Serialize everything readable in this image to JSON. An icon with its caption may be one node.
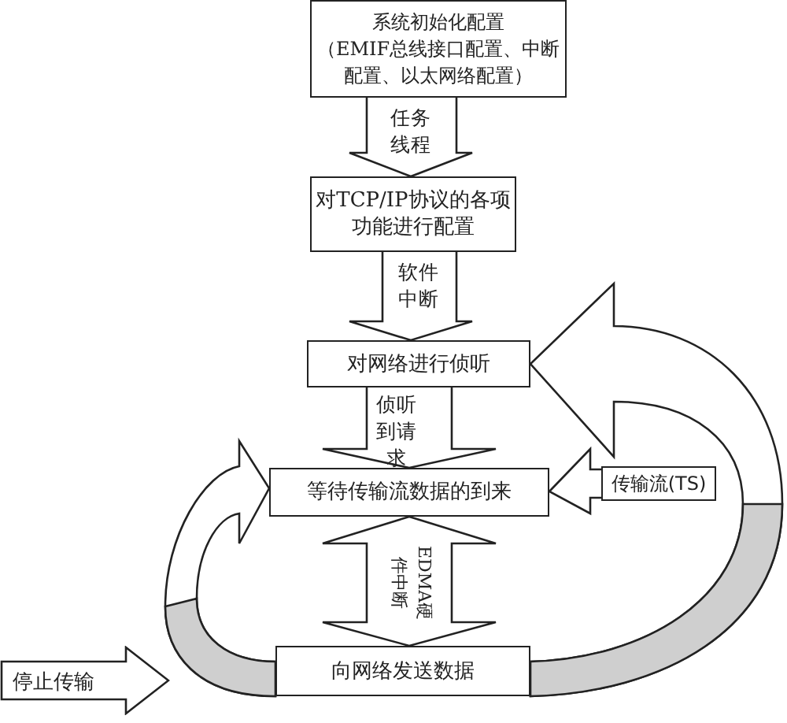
{
  "diagram": {
    "nodes": [
      {
        "text": [
          "系统初始化配置",
          "（EMIF总线接口配置、中断配置、以太网络配置）"
        ]
      },
      {
        "text": [
          "对TCP/IP协议的各项功能进行配置"
        ]
      },
      {
        "text": [
          "对网络进行侦听"
        ]
      },
      {
        "text": [
          "等待传输流数据的到来"
        ]
      },
      {
        "text": [
          "向网络发送数据"
        ]
      },
      {
        "text": [
          "停止传输"
        ]
      },
      {
        "text": [
          "传输流(TS)"
        ]
      }
    ],
    "edges": [
      {
        "from": 0,
        "to": 1,
        "arrow": "to",
        "label": "任务线程"
      },
      {
        "from": 1,
        "to": 2,
        "arrow": "to",
        "label": "软件中断"
      },
      {
        "from": 2,
        "to": 3,
        "arrow": "to",
        "label": "侦听到请求"
      },
      {
        "from": 3,
        "to": 4,
        "arrow": "both",
        "label": "EDMA硬件中断"
      },
      {
        "from": 6,
        "to": 3,
        "arrow": "to"
      },
      {
        "from": 4,
        "to": 2,
        "arrow": "to"
      },
      {
        "from": 4,
        "to": 3,
        "arrow": "to"
      }
    ]
  }
}
